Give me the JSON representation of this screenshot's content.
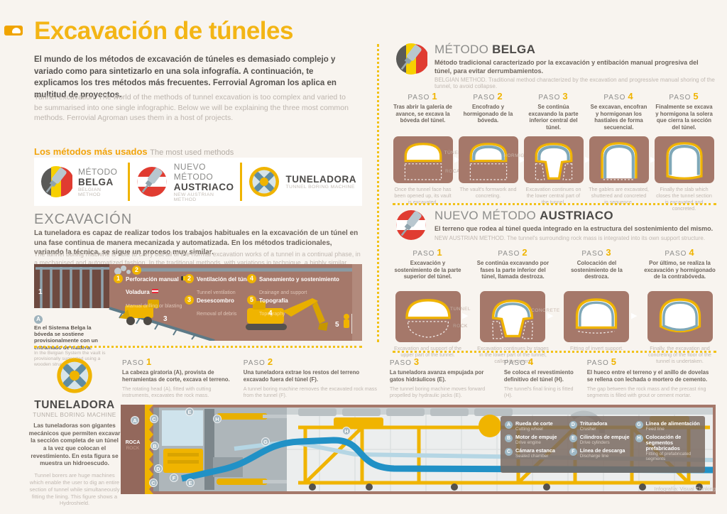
{
  "labels": {
    "paso": "PASO"
  },
  "page": {
    "credit": "Infografía: Visual Thinking"
  },
  "header": {
    "title": "Excavación de túneles",
    "intro_es": "El mundo de los métodos de excavación de túneles es demasiado complejo y variado como para sintetizarlo en una sola infografía. A continuación, te explicamos los tres métodos más frecuentes. Ferrovial Agroman los aplica en multitud de proyectos.",
    "intro_en": "Tunnel excavation. The world of the methods of tunnel excavation is too complex and varied to be summarised into one single infographic. Below we will be explaining the three most common methods. Ferrovial Agroman uses them in a host of projects."
  },
  "methods_bar": {
    "title_es": "Los métodos más usados",
    "title_en": "The most used methods",
    "items": [
      {
        "line1": "MÉTODO",
        "line2": "BELGA",
        "sub": "BELGIAN METHOD",
        "icon": "belgian-flag-drill-icon"
      },
      {
        "line1": "NUEVO MÉTODO",
        "line2": "AUSTRIACO",
        "sub": "NEW AUSTRIAN METHOD",
        "icon": "austrian-flag-drill-icon"
      },
      {
        "line1": "",
        "line2": "TUNELADORA",
        "sub": "TUNNEL BORING MACHINE",
        "icon": "tbm-cutterhead-icon"
      }
    ]
  },
  "excavacion": {
    "title": "EXCAVACIÓN",
    "desc_es": "La tuneladora es capaz de realizar todos los trabajos habituales en la excavación de un túnel en una fase continua de manera mecanizada y automatizada. En los métodos tradicionales, variando la técnica, se sigue un proceso muy similar.",
    "desc_en": "The tunnel boring machine is able to carry out all of the normal excavation works of a tunnel in a continual phase, in a mechanised and automatized fashion. In the traditional methods, with variations in technique, a highly similar process is followed."
  },
  "scene": {
    "items": [
      {
        "num": "1",
        "es": "Perforación manual",
        "es2": "Voladura",
        "en": "Manual drilling or blasting"
      },
      {
        "num": "2",
        "es": "Ventilación del túnel",
        "en": "Tunnel ventilation"
      },
      {
        "num": "3",
        "es": "Desescombro",
        "en": "Removal of debris"
      },
      {
        "num": "4",
        "es": "Saneamiento y sostenimiento",
        "en": "Drainage and support"
      },
      {
        "num": "5",
        "es": "Topografía",
        "en": "Topography"
      }
    ],
    "plot_numbers": [
      "1",
      "2",
      "3",
      "4",
      "5"
    ],
    "note": {
      "letter": "A",
      "es": "En el Sistema Belga la bóveda se sostiene provisionalmente con un entramado de madera.",
      "en": "In the Belgian System the vault is provisionally supported using a wooden structure."
    }
  },
  "belga": {
    "kicker": "MÉTODO",
    "name": "BELGA",
    "desc_es": "Método tradicional caracterizado por la excavación y entibación manual progresiva del túnel, para evitar derrumbamientos.",
    "desc_en": "BELGIAN METHOD. Traditional method characterized by the excavation and progressive manual shoring of the tunnel, to avoid collapse.",
    "steps": [
      {
        "num": "1",
        "es": "Tras abrir la galería de avance, se excava la bóveda del túnel.",
        "en": "Once the tunnel face has been opened up, its vault is excavated.",
        "l1": "TÚNEL",
        "l2": "ROCA"
      },
      {
        "num": "2",
        "es": "Encofrado y hormigonado de la bóveda.",
        "en": "The vault's formwork and concreting.",
        "l1": "HORMIGÓN",
        "l2": ""
      },
      {
        "num": "3",
        "es": "Se continúa excavando la parte inferior central del túnel.",
        "en": "Excavation continues on the lower central part of the tunnel.",
        "l1": "",
        "l2": ""
      },
      {
        "num": "4",
        "es": "Se excavan, encofran y hormigonan los hastiales de forma secuencial.",
        "en": "The gables are excavated, shuttered and concreted in sequence.",
        "l1": "",
        "l2": ""
      },
      {
        "num": "5",
        "es": "Finalmente se excava y hormigona la solera que cierra la sección del túnel.",
        "en": "Finally the slab which closes the tunnel section is excavated and concreted.",
        "l1": "",
        "l2": ""
      }
    ]
  },
  "austriaco": {
    "kicker": "NUEVO MÉTODO",
    "name": "AUSTRIACO",
    "desc_es": "El terreno que rodea al túnel queda integrado en la estructura del sostenimiento del mismo.",
    "desc_en": "NEW AUSTRIAN METHOD. The tunnel's surrounding rock mass is integrated into its own support structure.",
    "steps": [
      {
        "num": "1",
        "es": "Excavación y sostenimiento de la parte superior del túnel.",
        "en": "Excavation and support of the upper part of the tunnel.",
        "l1": "TUNNEL",
        "l2": "ROCK"
      },
      {
        "num": "2",
        "es": "Se continúa excavando por fases la parte inferior del túnel, llamada destroza.",
        "en": "Excavation continues by stages in the lower part of the tunnel, called the invert.",
        "l1": "CONCRETE",
        "l2": ""
      },
      {
        "num": "3",
        "es": "Colocación del sostenimiento de la destroza.",
        "en": "Fitting of invert support.",
        "l1": "",
        "l2": ""
      },
      {
        "num": "4",
        "es": "Por último, se realiza la excavación y hormigonado de la contrabóveda.",
        "en": "Finally, the excavation and concreting of the floor of the tunnel is undertaken.",
        "l1": "",
        "l2": ""
      }
    ]
  },
  "tuneladora": {
    "title": "TUNELADORA",
    "sub": "TUNNEL BORING MACHINE",
    "desc_es": "Las tuneladoras son gigantes mecánicos que permiten excavar la sección completa de un túnel a la vez que colocan el revestimiento. En esta figura se muestra un hidroescudo.",
    "desc_en": "Tunnel borers are huge machines which enable the user to dig an entire section of tunnel while simultaneously fitting the lining. This figure shows a Hydroshield.",
    "steps": [
      {
        "num": "1",
        "es": "La cabeza giratoria (A), provista de herramientas de corte, excava el terreno.",
        "en": "The rotating head (A), fitted with cutting instruments, excavates the rock mass."
      },
      {
        "num": "2",
        "es": "Una tuneladora extrae los restos del terreno excavado fuera del túnel (F).",
        "en": "A tunnel boring machine removes the excavated rock mass from the tunnel (F)."
      },
      {
        "num": "3",
        "es": "La tuneladora avanza empujada por gatos hidráulicos (E).",
        "en": "The tunnel boring machine moves forward propelled by hydraulic jacks (E)."
      },
      {
        "num": "4",
        "es": "Se coloca el revestimiento definitivo del túnel (H).",
        "en": "The tunnel's final lining is fitted (H)."
      },
      {
        "num": "5",
        "es": "El hueco entre el terreno y el anillo de dovelas se rellena con lechada o mortero de cemento.",
        "en": "The gap between the rock mass and the precast ring segments is filled with grout or cement mortar."
      }
    ],
    "diagram": {
      "rock_es": "ROCA",
      "rock_en": "ROCK",
      "markers": [
        "A",
        "C",
        "E",
        "H",
        "B",
        "G",
        "H",
        "D",
        "F",
        "C",
        "E"
      ]
    },
    "legend": [
      {
        "letter": "A",
        "es": "Rueda de corte",
        "en": "Cutting wheel"
      },
      {
        "letter": "B",
        "es": "Motor de empuje",
        "en": "Drive engine"
      },
      {
        "letter": "C",
        "es": "Cámara estanca",
        "en": "Sealed chamber"
      },
      {
        "letter": "D",
        "es": "Trituradora",
        "en": "Crusher"
      },
      {
        "letter": "E",
        "es": "Cilindros de empuje",
        "en": "Drive cylinders"
      },
      {
        "letter": "F",
        "es": "Línea de descarga",
        "en": "Discharge line"
      },
      {
        "letter": "G",
        "es": "Línea de alimentación",
        "en": "Feed line"
      },
      {
        "letter": "H",
        "es": "Colocación de segmentos prefabricados",
        "en": "Fitting of prefabricated segments"
      }
    ]
  }
}
